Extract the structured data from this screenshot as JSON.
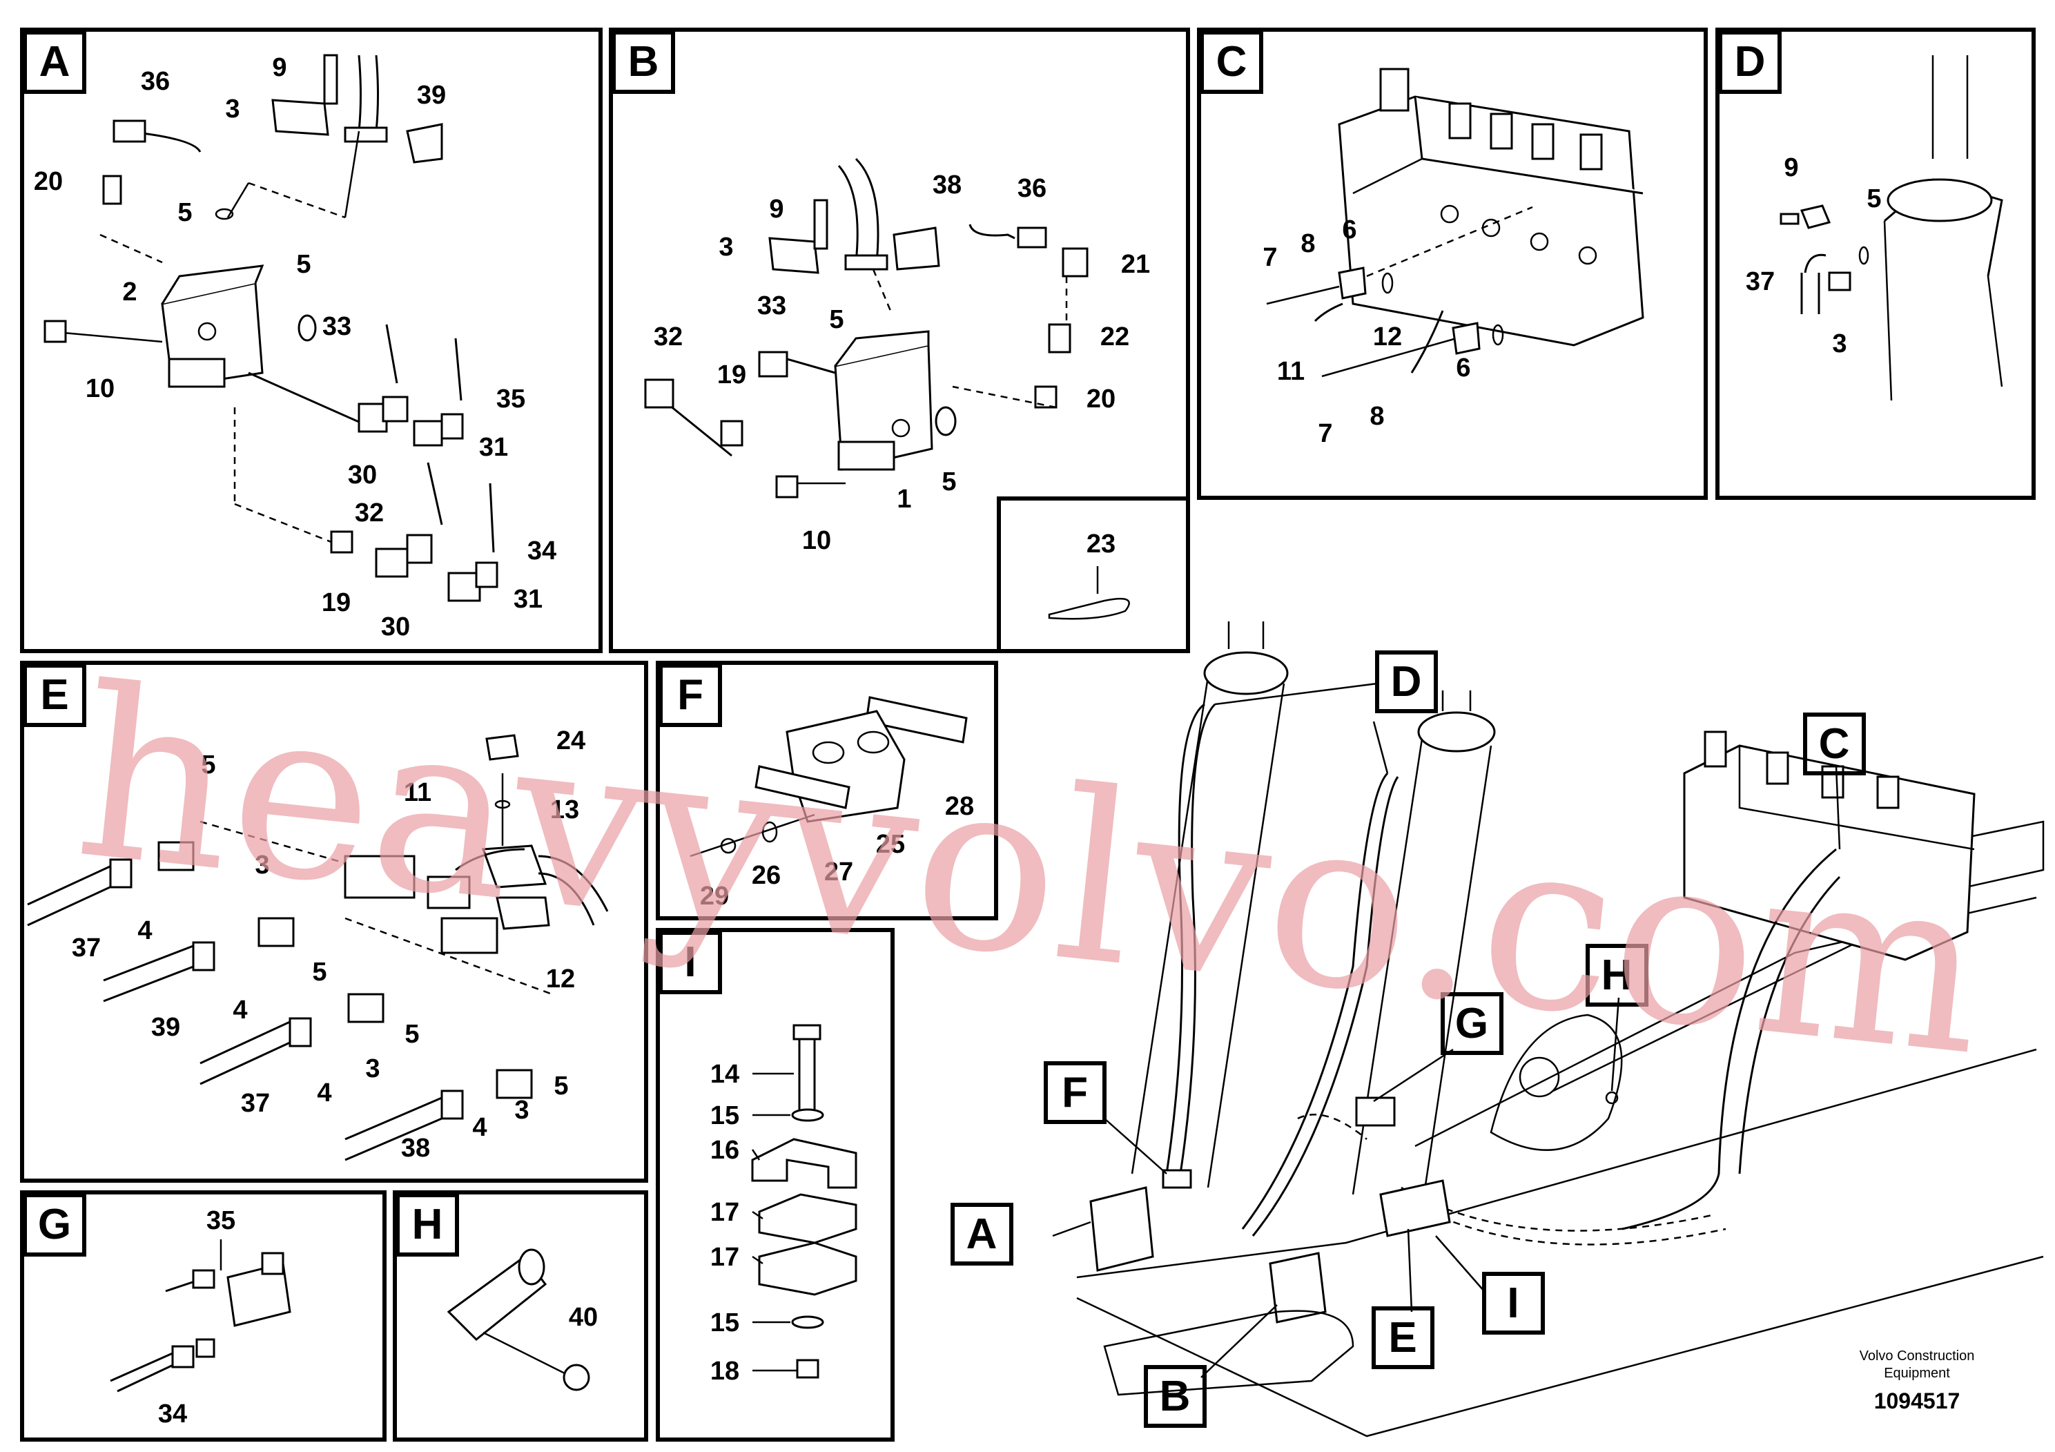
{
  "panels": {
    "A": {
      "badge": "A",
      "labels": [
        "36",
        "9",
        "3",
        "39",
        "20",
        "5",
        "5",
        "2",
        "10",
        "33",
        "35",
        "30",
        "31",
        "32",
        "34",
        "19",
        "30",
        "31"
      ]
    },
    "B": {
      "badge": "B",
      "labels": [
        "38",
        "9",
        "3",
        "36",
        "21",
        "33",
        "5",
        "22",
        "32",
        "19",
        "20",
        "5",
        "1",
        "10",
        "23"
      ]
    },
    "C": {
      "badge": "C",
      "labels": [
        "8",
        "6",
        "7",
        "12",
        "11",
        "6",
        "7",
        "8"
      ]
    },
    "D": {
      "badge": "D",
      "labels": [
        "9",
        "5",
        "37",
        "3"
      ]
    },
    "E": {
      "badge": "E",
      "labels": [
        "24",
        "13",
        "11",
        "3",
        "37",
        "4",
        "5",
        "39",
        "4",
        "5",
        "3",
        "37",
        "4",
        "5",
        "3",
        "38",
        "4",
        "12",
        "5"
      ]
    },
    "F": {
      "badge": "F",
      "labels": [
        "28",
        "25",
        "29",
        "26",
        "27"
      ]
    },
    "G": {
      "badge": "G",
      "labels": [
        "35",
        "34"
      ]
    },
    "H": {
      "badge": "H",
      "labels": [
        "40"
      ]
    },
    "I": {
      "badge": "I",
      "labels": [
        "14",
        "15",
        "16",
        "17",
        "17",
        "15",
        "18"
      ]
    }
  },
  "overview": {
    "callouts": [
      "D",
      "C",
      "H",
      "G",
      "F",
      "A",
      "B",
      "E",
      "I"
    ]
  },
  "footer": {
    "brand_line1": "Volvo Construction",
    "brand_line2": "Equipment",
    "drawing_number": "1094517"
  },
  "watermark": "heavyvolvo.com",
  "colors": {
    "line": "#000000",
    "background": "#ffffff",
    "watermark": "#e9a0a4"
  }
}
